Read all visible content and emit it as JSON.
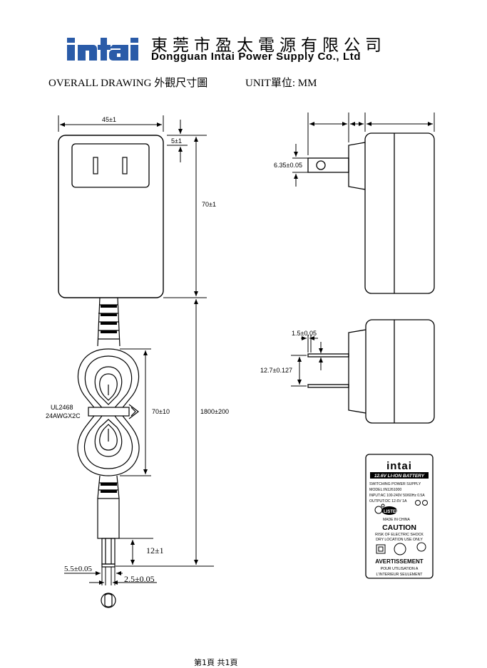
{
  "header": {
    "logo_text": "intai",
    "company_name_cn": "東莞市盈太電源有限公司",
    "company_name_en": "Dongguan Intai Power Supply Co., Ltd",
    "drawing_title": "OVERALL DRAWING 外觀尺寸圖",
    "unit_label": "UNIT單位: MM"
  },
  "dimensions": {
    "width": "45±1",
    "top_offset": "5±1",
    "body_height": "70±1",
    "pin_diameter": "6.35±0.05",
    "pin_thickness": "1.5±0.05",
    "pin_spacing": "12.7±0.127",
    "coil_length": "70±10",
    "cable_length": "1800±200",
    "plug_length": "12±1",
    "plug_outer_dia": "5.5±0.05",
    "plug_inner_dia": "2.5±0.05"
  },
  "cable": {
    "spec_line1": "UL2468",
    "spec_line2": "24AWGX2C"
  },
  "rating_label": {
    "brand": "intai",
    "product": "12.6V LI-ION BATTERY",
    "type": "SWITCHING POWER SUPPLY",
    "model": "MODEL:IN1261000",
    "input": "INPUT:AC 100-240V 50/60Hz 0.5A",
    "output": "OUTPUT:DC 12.6V 1A",
    "ul_text": "LISTED",
    "made_in": "MADE IN CHINA",
    "caution_title": "CAUTION",
    "caution_line1": "RISK OF ELECTRIC SHOCK",
    "caution_line2": "DRY LOCATION USE ONLY",
    "avert_title": "AVERTISSEMENT",
    "avert_line1": "POUR UTILISATION A",
    "avert_line2": "L'INTERIEUR SEULEMENT"
  },
  "footer": {
    "page_text": "第1頁 共1頁"
  }
}
